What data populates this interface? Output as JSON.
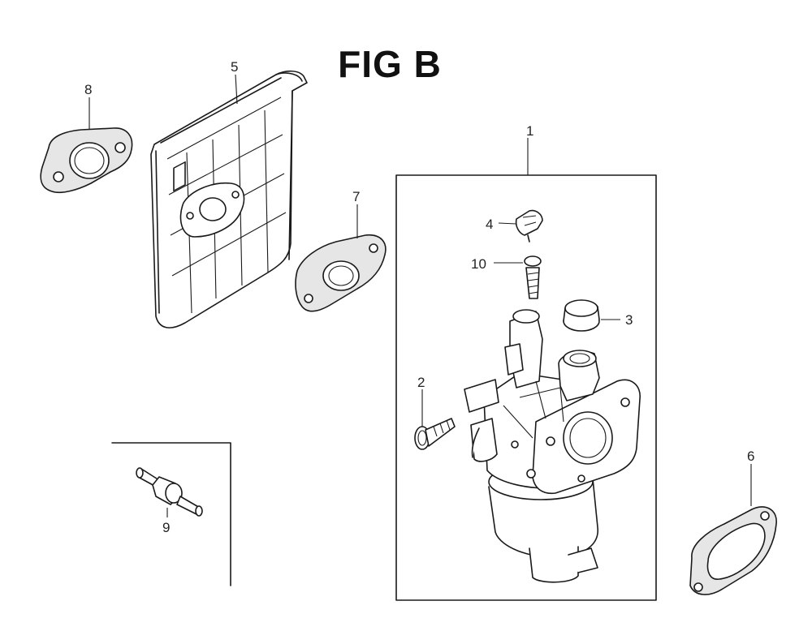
{
  "figure": {
    "title": "FIG B"
  },
  "callouts": [
    {
      "id": "1",
      "label": "1"
    },
    {
      "id": "2",
      "label": "2"
    },
    {
      "id": "3",
      "label": "3"
    },
    {
      "id": "4",
      "label": "4"
    },
    {
      "id": "5",
      "label": "5"
    },
    {
      "id": "6",
      "label": "6"
    },
    {
      "id": "7",
      "label": "7"
    },
    {
      "id": "8",
      "label": "8"
    },
    {
      "id": "9",
      "label": "9"
    },
    {
      "id": "10",
      "label": "10"
    }
  ],
  "colors": {
    "line": "#1a1a1a",
    "background": "#ffffff"
  }
}
